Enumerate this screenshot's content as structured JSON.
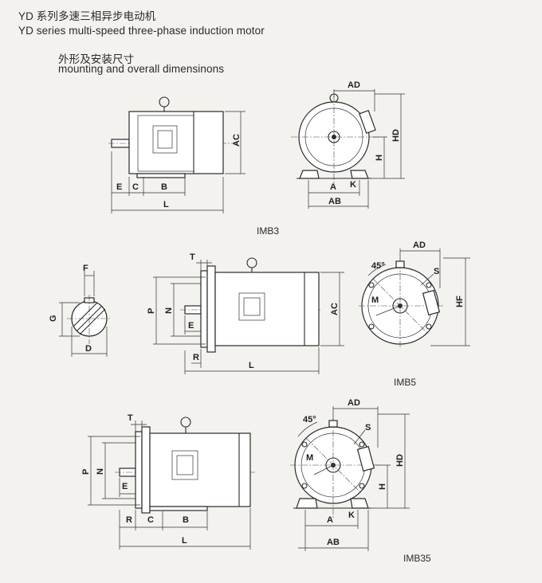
{
  "header": {
    "title_cn": "YD 系列多速三相异步电动机",
    "title_en": "YD series multi-speed three-phase induction motor",
    "subtitle_cn": "外形及安装尺寸",
    "subtitle_en": "mounting and overall dimensinons"
  },
  "figures": {
    "imb3": {
      "caption": "IMB3"
    },
    "imb5": {
      "caption": "IMB5"
    },
    "imb35": {
      "caption": "IMB35"
    }
  },
  "dims": {
    "E": "E",
    "C": "C",
    "B": "B",
    "L": "L",
    "AC": "AC",
    "AD": "AD",
    "HD": "HD",
    "H": "H",
    "A": "A",
    "K": "K",
    "AB": "AB",
    "F": "F",
    "G": "G",
    "D": "D",
    "T": "T",
    "P": "P",
    "N": "N",
    "R": "R",
    "M": "M",
    "S": "S",
    "HF": "HF",
    "angle": "45°"
  }
}
